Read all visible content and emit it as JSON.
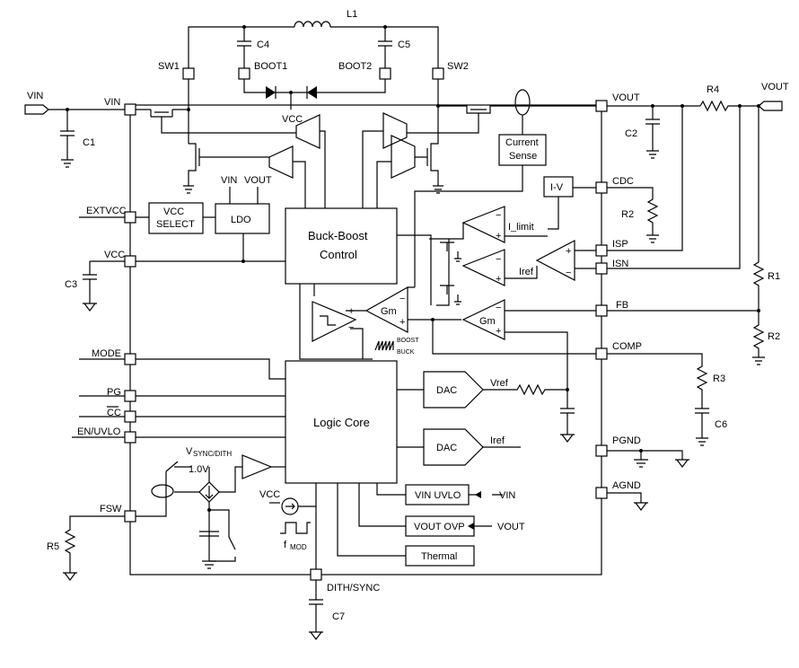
{
  "pins_left": {
    "vin": "VIN",
    "extvcc": "EXTVCC",
    "vcc": "VCC",
    "mode": "MODE",
    "pg": "PG",
    "cc": "CC",
    "en_uvlo": "EN/UVLO",
    "fsw": "FSW"
  },
  "pins_right": {
    "vout": "VOUT",
    "cdc": "CDC",
    "isp": "ISP",
    "isn": "ISN",
    "fb": "FB",
    "comp": "COMP",
    "pgnd": "PGND",
    "agnd": "AGND"
  },
  "pins_top": {
    "sw1": "SW1",
    "boot1": "BOOT1",
    "boot2": "BOOT2",
    "sw2": "SW2"
  },
  "pin_bottom": "DITH/SYNC",
  "external": {
    "vin_terminal": "VIN",
    "vout_terminal": "VOUT",
    "l1": "L1",
    "c1": "C1",
    "c2": "C2",
    "c3": "C3",
    "c4": "C4",
    "c5": "C5",
    "c6": "C6",
    "c7": "C7",
    "r1": "R1",
    "r2_fb": "R2",
    "r2_cdc": "R2",
    "r3": "R3",
    "r4": "R4",
    "r5": "R5"
  },
  "blocks": {
    "vcc_select_1": "VCC",
    "vcc_select_2": "SELECT",
    "ldo": "LDO",
    "ldo_in_vin": "VIN",
    "ldo_in_vout": "VOUT",
    "buck_boost_1": "Buck-Boost",
    "buck_boost_2": "Control",
    "logic_core": "Logic Core",
    "current_sense_1": "Current",
    "current_sense_2": "Sense",
    "iv": "I-V",
    "dac_vref": "DAC",
    "dac_iref": "DAC",
    "vin_uvlo": "VIN UVLO",
    "vout_ovp": "VOUT OVP",
    "thermal": "Thermal",
    "gm1": "Gm",
    "gm2": "Gm"
  },
  "signals": {
    "vcc_boot": "VCC",
    "i_limit": "I_limit",
    "iref_upper": "Iref",
    "vref": "Vref",
    "iref_lower": "Iref",
    "boost": "BOOST",
    "buck": "BUCK",
    "vsync": "V",
    "vsync_sub": "SYNC/DITH",
    "v_1_0": "1.0V",
    "vcc_fmod": "VCC",
    "fmod": "f",
    "fmod_sub": "MOD",
    "uvlo_in": "VIN",
    "ovp_in": "VOUT"
  }
}
